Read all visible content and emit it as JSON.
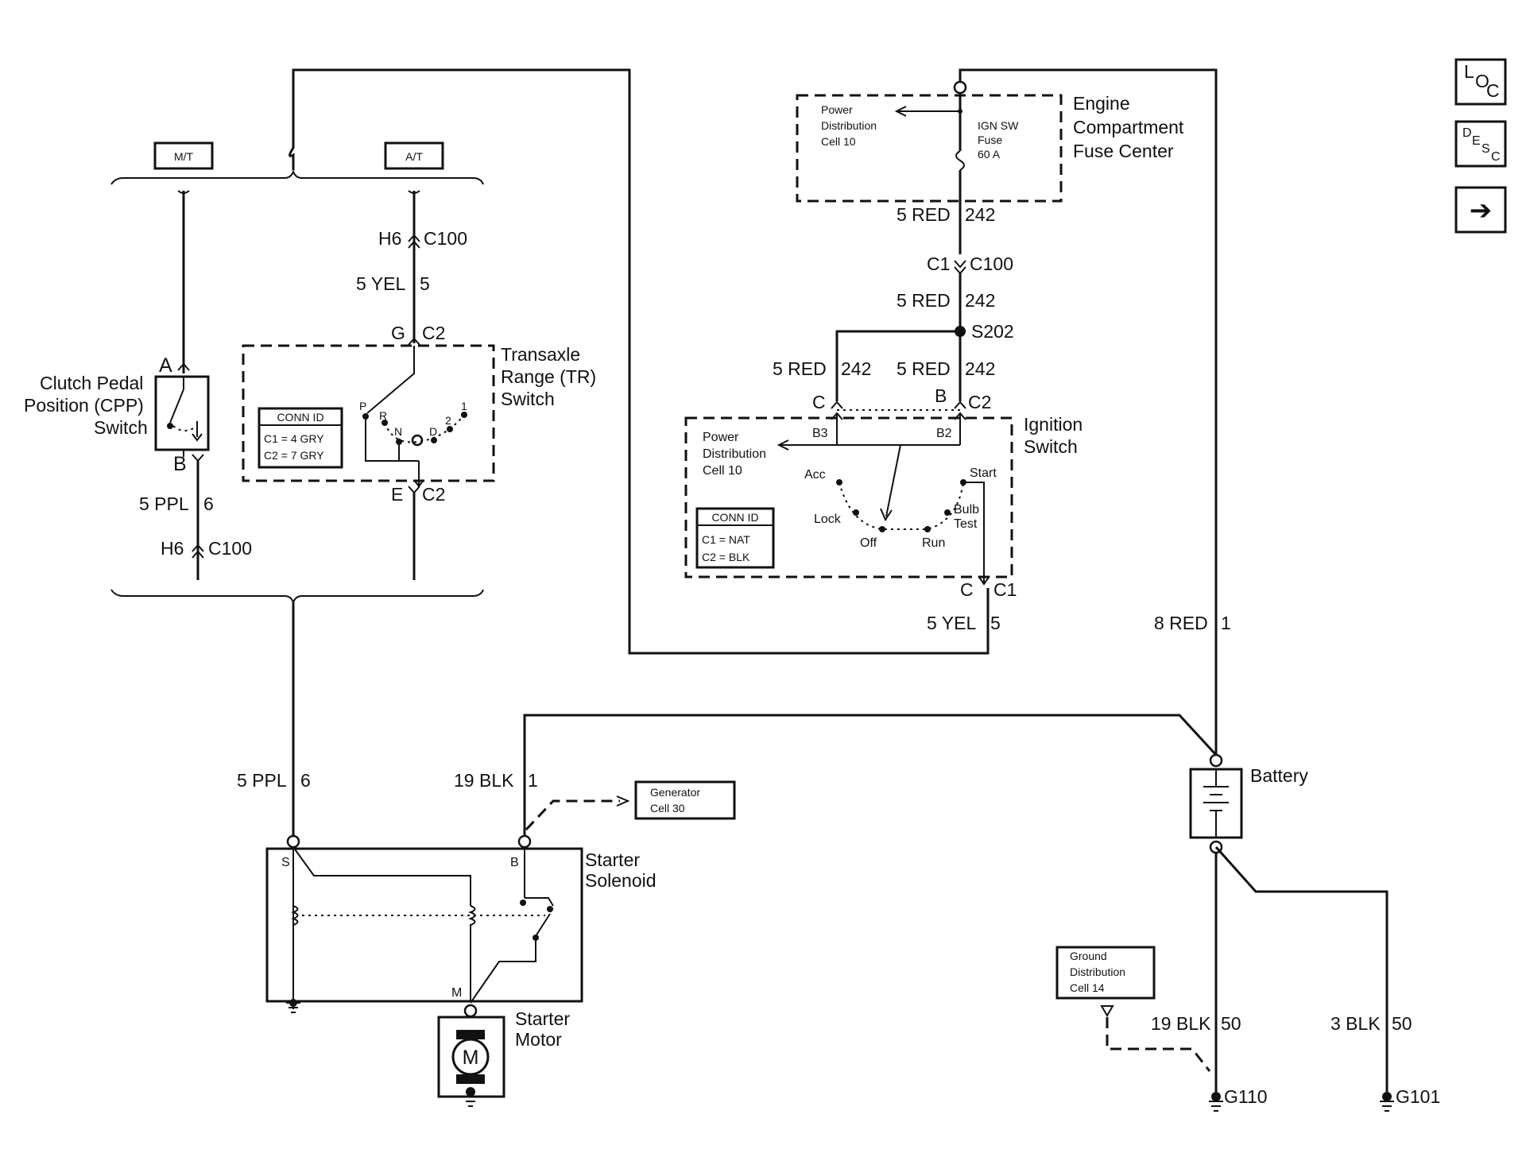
{
  "nav_buttons": {
    "loc": [
      "L",
      "O",
      "C"
    ],
    "desc": [
      "D",
      "E",
      "S",
      "C"
    ],
    "next": "➔"
  },
  "top_labels": {
    "mt": "M/T",
    "at": "A/T"
  },
  "fuse_center": {
    "title": [
      "Engine",
      "Compartment",
      "Fuse Center"
    ],
    "power_dist": [
      "Power",
      "Distribution",
      "Cell 10"
    ],
    "fuse": [
      "IGN SW",
      "Fuse",
      "60 A"
    ]
  },
  "wires": {
    "red242_a": [
      "5 RED",
      "242"
    ],
    "red242_b": [
      "5 RED",
      "242"
    ],
    "red242_c": [
      "5 RED",
      "242"
    ],
    "red242_d": [
      "5 RED",
      "242"
    ],
    "yel5_tr": [
      "5 YEL",
      "5"
    ],
    "yel5_ign": [
      "5 YEL",
      "5"
    ],
    "ppl6_cpp": [
      "5 PPL",
      "6"
    ],
    "ppl6_sol": [
      "5 PPL",
      "6"
    ],
    "blk1": [
      "19 BLK",
      "1"
    ],
    "red1": [
      "8 RED",
      "1"
    ],
    "blk50_a": [
      "19 BLK",
      "50"
    ],
    "blk50_b": [
      "3 BLK",
      "50"
    ]
  },
  "connectors": {
    "c1_c100": [
      "C1",
      "C100"
    ],
    "s202": "S202",
    "ign_c": "C",
    "ign_b_c2": [
      "B",
      "C2"
    ],
    "ign_c_c1": [
      "C",
      "C1"
    ],
    "tr_top": [
      "H6",
      "C100"
    ],
    "tr_g": [
      "G",
      "C2"
    ],
    "tr_e": [
      "E",
      "C2"
    ],
    "cpp_h6": [
      "H6",
      "C100"
    ],
    "cpp_a": "A",
    "cpp_b": "B"
  },
  "ignition_switch": {
    "title": [
      "Ignition",
      "Switch"
    ],
    "power_dist": [
      "Power",
      "Distribution",
      "Cell 10"
    ],
    "b3": "B3",
    "b2": "B2",
    "positions": {
      "acc": "Acc",
      "lock": "Lock",
      "off": "Off",
      "run": "Run",
      "bulb": [
        "Bulb",
        "Test"
      ],
      "start": "Start"
    },
    "conn_id": [
      "CONN ID",
      "C1 = NAT",
      "C2 = BLK"
    ]
  },
  "tr_switch": {
    "title": [
      "Transaxle",
      "Range (TR)",
      "Switch"
    ],
    "positions": {
      "p": "P",
      "r": "R",
      "n": "N",
      "d": "D",
      "two": "2",
      "one": "1"
    },
    "conn_id": [
      "CONN ID",
      "C1 = 4 GRY",
      "C2 = 7 GRY"
    ]
  },
  "cpp_switch": {
    "title": [
      "Clutch Pedal",
      "Position (CPP)",
      "Switch"
    ]
  },
  "starter": {
    "solenoid": [
      "Starter",
      "Solenoid"
    ],
    "motor": [
      "Starter",
      "Motor"
    ],
    "s": "S",
    "b": "B",
    "m": "M",
    "motor_symbol": "M"
  },
  "generator_ref": [
    "Generator",
    "Cell 30"
  ],
  "battery": {
    "label": "Battery"
  },
  "ground_ref": [
    "Ground",
    "Distribution",
    "Cell 14"
  ],
  "grounds": {
    "g110": "G110",
    "g101": "G101"
  }
}
